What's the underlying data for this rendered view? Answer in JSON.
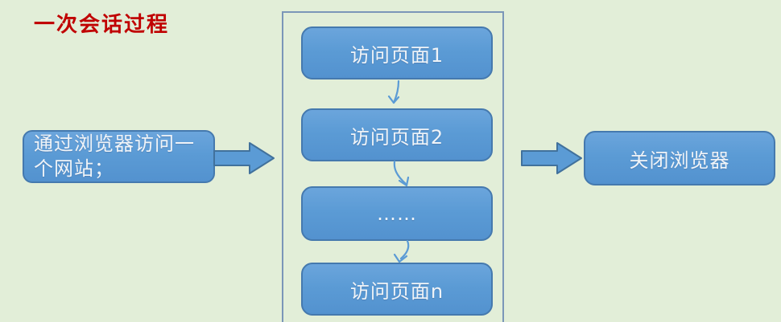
{
  "title": "一次会话过程",
  "flow": {
    "start": {
      "label": "通过浏览器访问一个网站；"
    },
    "steps": [
      {
        "label": "访问页面1"
      },
      {
        "label": "访问页面2"
      },
      {
        "label": "……"
      },
      {
        "label": "访问页面n"
      }
    ],
    "end": {
      "label": "关闭浏览器"
    }
  },
  "icons": {
    "big_arrows": "right-arrow",
    "connectors": "down-arrow"
  },
  "colors": {
    "background": "#e2eed8",
    "node_fill": "#5b9bd5",
    "node_border": "#4579ae",
    "container_border": "#7b96b8",
    "title_text": "#c00000",
    "node_text": "#f0f4f8",
    "connector": "#5b9bd5"
  }
}
